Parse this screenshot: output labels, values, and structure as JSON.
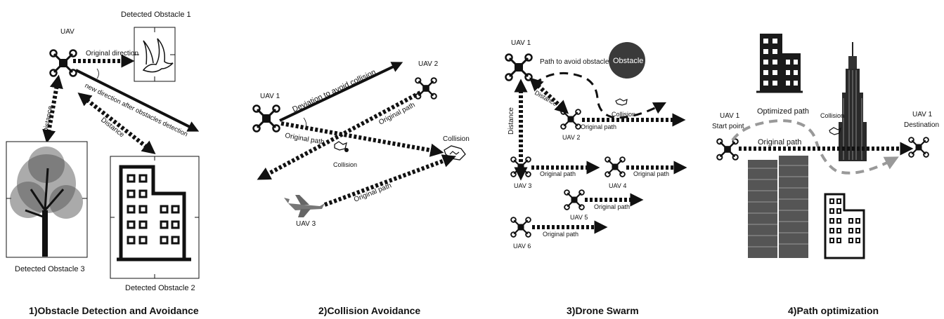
{
  "panel1": {
    "uav": "UAV",
    "obstacle1": "Detected Obstacle 1",
    "original_direction": "Original direction",
    "new_direction": "new direction after obstacles detection",
    "distance_a": "Distance",
    "distance_b": "Distance",
    "obstacle3": "Detected Obstacle 3",
    "obstacle2": "Detected Obstacle 2",
    "caption": "1)Obstacle Detection and Avoidance"
  },
  "panel2": {
    "uav1": "UAV 1",
    "uav2": "UAV 2",
    "uav3": "UAV 3",
    "deviation": "Deviation to avoid collision",
    "original_path_1": "Original path",
    "original_path_2": "Original path",
    "original_path_3": "Original path",
    "collision_1": "Collision",
    "collision_2": "Collision",
    "caption": "2)Collision Avoidance"
  },
  "panel3": {
    "uav1": "UAV 1",
    "uav2": "UAV 2",
    "uav3": "UAV 3",
    "uav4": "UAV 4",
    "uav5": "UAV 5",
    "uav6": "UAV 6",
    "path_avoid": "Path to avoid obstacle",
    "obstacle": "Obstacle",
    "distance_v": "Distance",
    "distance_d": "Distance",
    "collision": "Collision",
    "original_path_2": "Original path",
    "original_path_3": "Original path",
    "original_path_4": "Original path",
    "original_path_5": "Original path",
    "original_path_6": "Original path",
    "caption": "3)Drone Swarm"
  },
  "panel4": {
    "uav1_start": "UAV 1",
    "start_point": "Start point",
    "uav1_dest": "UAV 1",
    "destination": "Destination",
    "optimized_path": "Optimized path",
    "original_path": "Original path",
    "collision": "Collision",
    "caption": "4)Path optimization"
  }
}
